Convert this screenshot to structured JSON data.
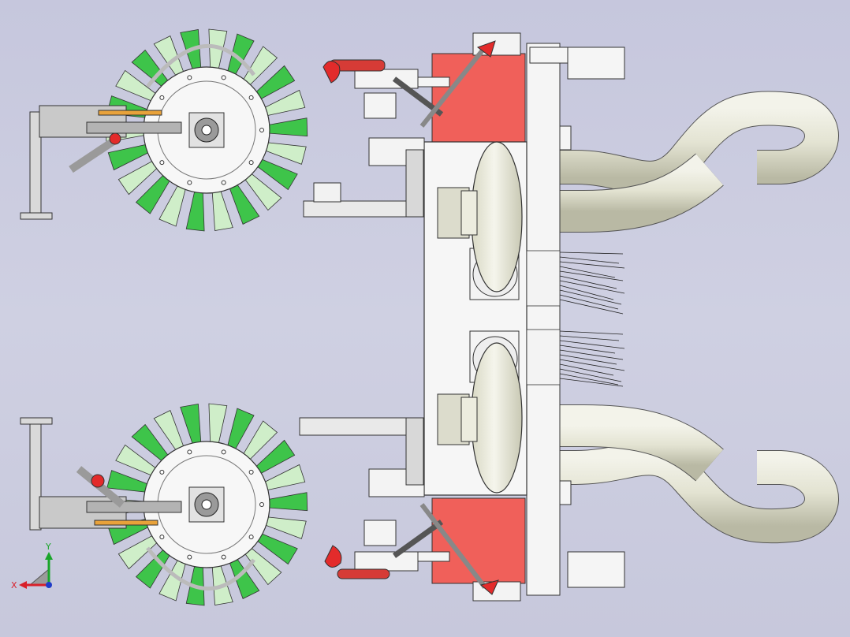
{
  "viewport": {
    "background_top": "#c6c7dd",
    "background_bottom": "#c7c8dc"
  },
  "triad": {
    "x_label": "X",
    "y_label": "Y",
    "x_color": "#d8202a",
    "y_color": "#1aa52a",
    "z_color": "#1f3cc8"
  },
  "colors": {
    "blade_green": "#3ec44a",
    "blade_light": "#cfeec9",
    "frame_red": "#f0605a",
    "handle_red": "#e32b2b",
    "duct": "#e6e6d6",
    "part_white": "#f7f7f7",
    "edge": "#333333"
  },
  "model": {
    "brush_wheels": 2,
    "blades_per_wheel": 22,
    "exhaust_ducts": 2,
    "fans": 2
  }
}
